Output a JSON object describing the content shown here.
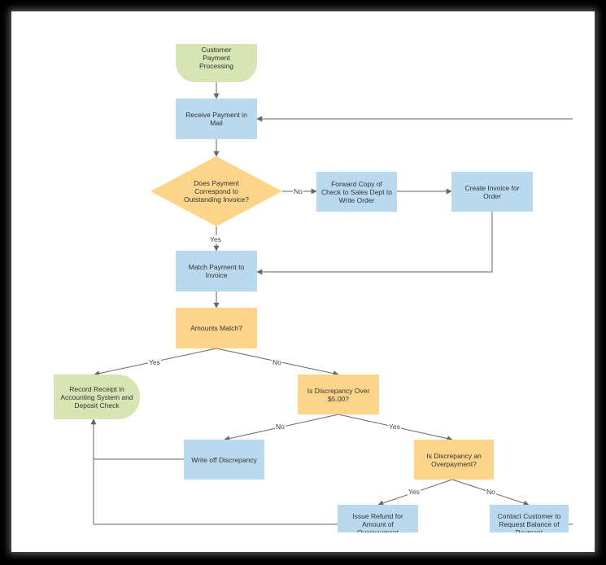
{
  "nodes": {
    "start": "Customer Payment Processing",
    "receive": "Receive Payment in Mail",
    "does_correspond": "Does Payment Correspond to Outstanding Invoice?",
    "forward_copy": "Forward Copy of Check to Sales Dept to Write Order",
    "create_invoice": "Create Invoice for Order",
    "match_payment": "Match Payment to Invoice",
    "amounts_match": "Amounts Match?",
    "record_receipt": "Record Receipt in Accounting System and Deposit Check",
    "discrepancy_over": "Is Discrepancy Over $5.00?",
    "write_off": "Write off Discrepancy",
    "overpayment": "Is Discrepancy an Overpayment?",
    "issue_refund": "Issue Refund for Amount of Overpayment",
    "contact_customer": "Contact Customer to Request Balance of Payment"
  },
  "edge_labels": {
    "no_forward": "No",
    "yes_match": "Yes",
    "yes_record": "Yes",
    "no_discrepancy": "No",
    "no_writeoff": "No",
    "yes_overpayment": "Yes",
    "yes_refund": "Yes",
    "no_contact": "No"
  },
  "colors": {
    "process": "#b8d9ee",
    "decision": "#fdd58a",
    "terminal": "#d7e4b3",
    "edge": "#666666"
  }
}
